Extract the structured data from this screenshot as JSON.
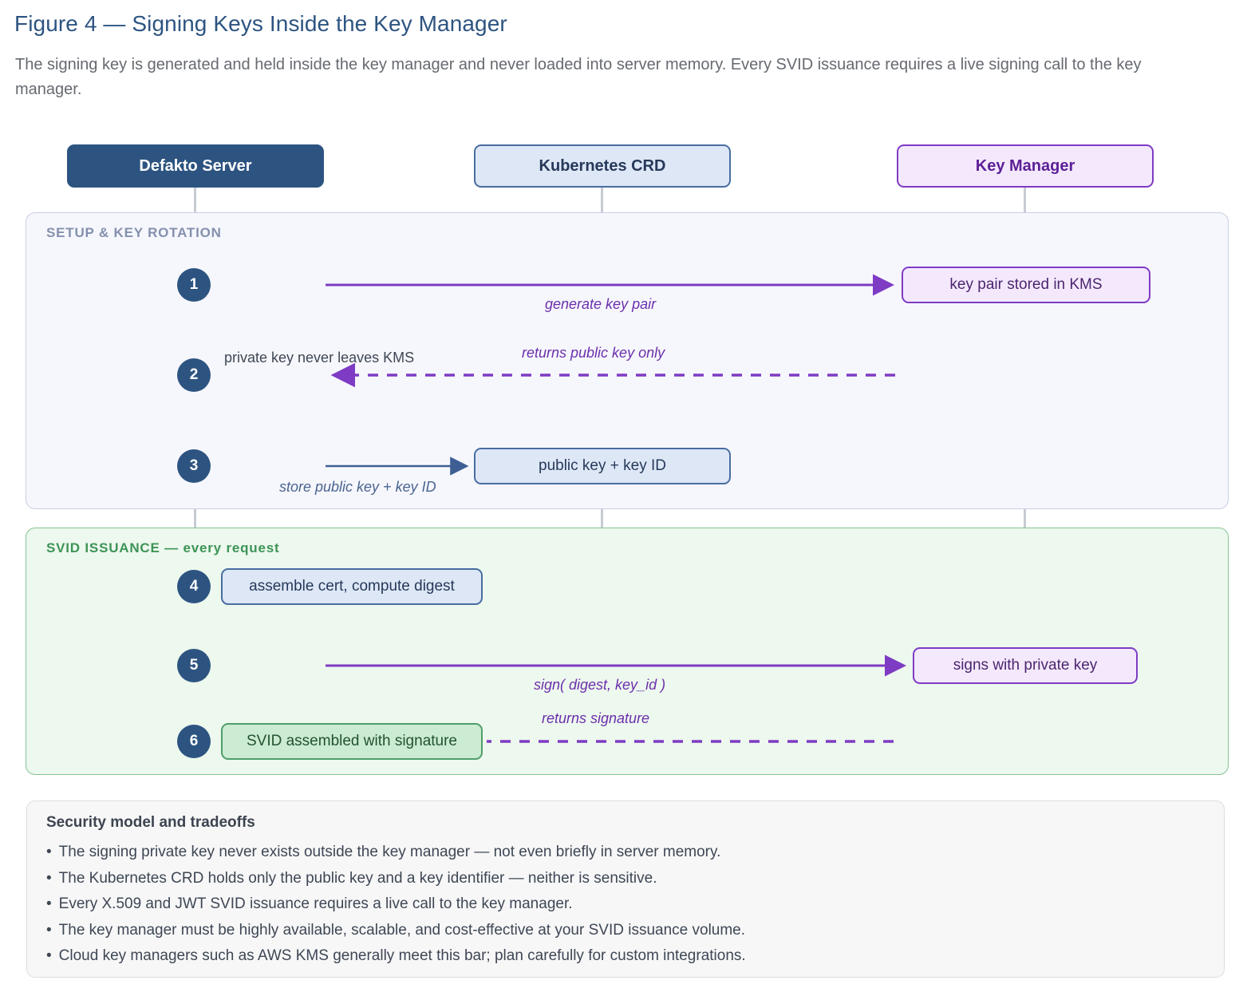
{
  "figure": {
    "title": "Figure 4 — Signing Keys Inside the Key Manager",
    "subtitle": "The signing key is generated and held inside the key manager and never loaded into server memory. Every SVID issuance requires a live signing call to the key manager."
  },
  "actors": [
    {
      "id": "server",
      "label": "Defakto Server"
    },
    {
      "id": "crd",
      "label": "Kubernetes CRD"
    },
    {
      "id": "keymanager",
      "label": "Key Manager"
    }
  ],
  "phases": [
    {
      "id": "setup",
      "label": "SETUP & KEY ROTATION"
    },
    {
      "id": "issuance",
      "label": "SVID ISSUANCE — every request"
    }
  ],
  "steps": [
    {
      "number": "1",
      "caption": "generate key pair",
      "note": "key pair stored in KMS",
      "side_note": ""
    },
    {
      "number": "2",
      "caption": "returns public key only",
      "note": "",
      "side_note": "private key never leaves KMS"
    },
    {
      "number": "3",
      "caption": "store public key + key ID",
      "note": "public key + key ID",
      "side_note": ""
    },
    {
      "number": "4",
      "caption": "",
      "note": "assemble cert, compute digest",
      "side_note": ""
    },
    {
      "number": "5",
      "caption": "sign( digest, key_id )",
      "note": "signs with private key",
      "side_note": ""
    },
    {
      "number": "6",
      "caption": "returns signature",
      "note": "SVID assembled with signature",
      "side_note": ""
    }
  ],
  "footer": {
    "title": "Security model and tradeoffs",
    "bullets": [
      "The signing private key never exists outside the key manager — not even briefly in server memory.",
      "The Kubernetes CRD holds only the public key and a key identifier — neither is sensitive.",
      "Every X.509 and JWT SVID issuance requires a live call to the key manager.",
      "The key manager must be highly available, scalable, and cost-effective at your SVID issuance volume.",
      "Cloud key managers such as AWS KMS generally meet this bar; plan carefully for custom integrations."
    ]
  },
  "colors": {
    "server": "#2d5481",
    "crd": "#486da0",
    "keymanager": "#7e3bc4",
    "setup_panel": "#f6f7fd",
    "issuance_panel": "#edf8ee",
    "issuance_border": "#86c493",
    "title": "#2d5481"
  }
}
